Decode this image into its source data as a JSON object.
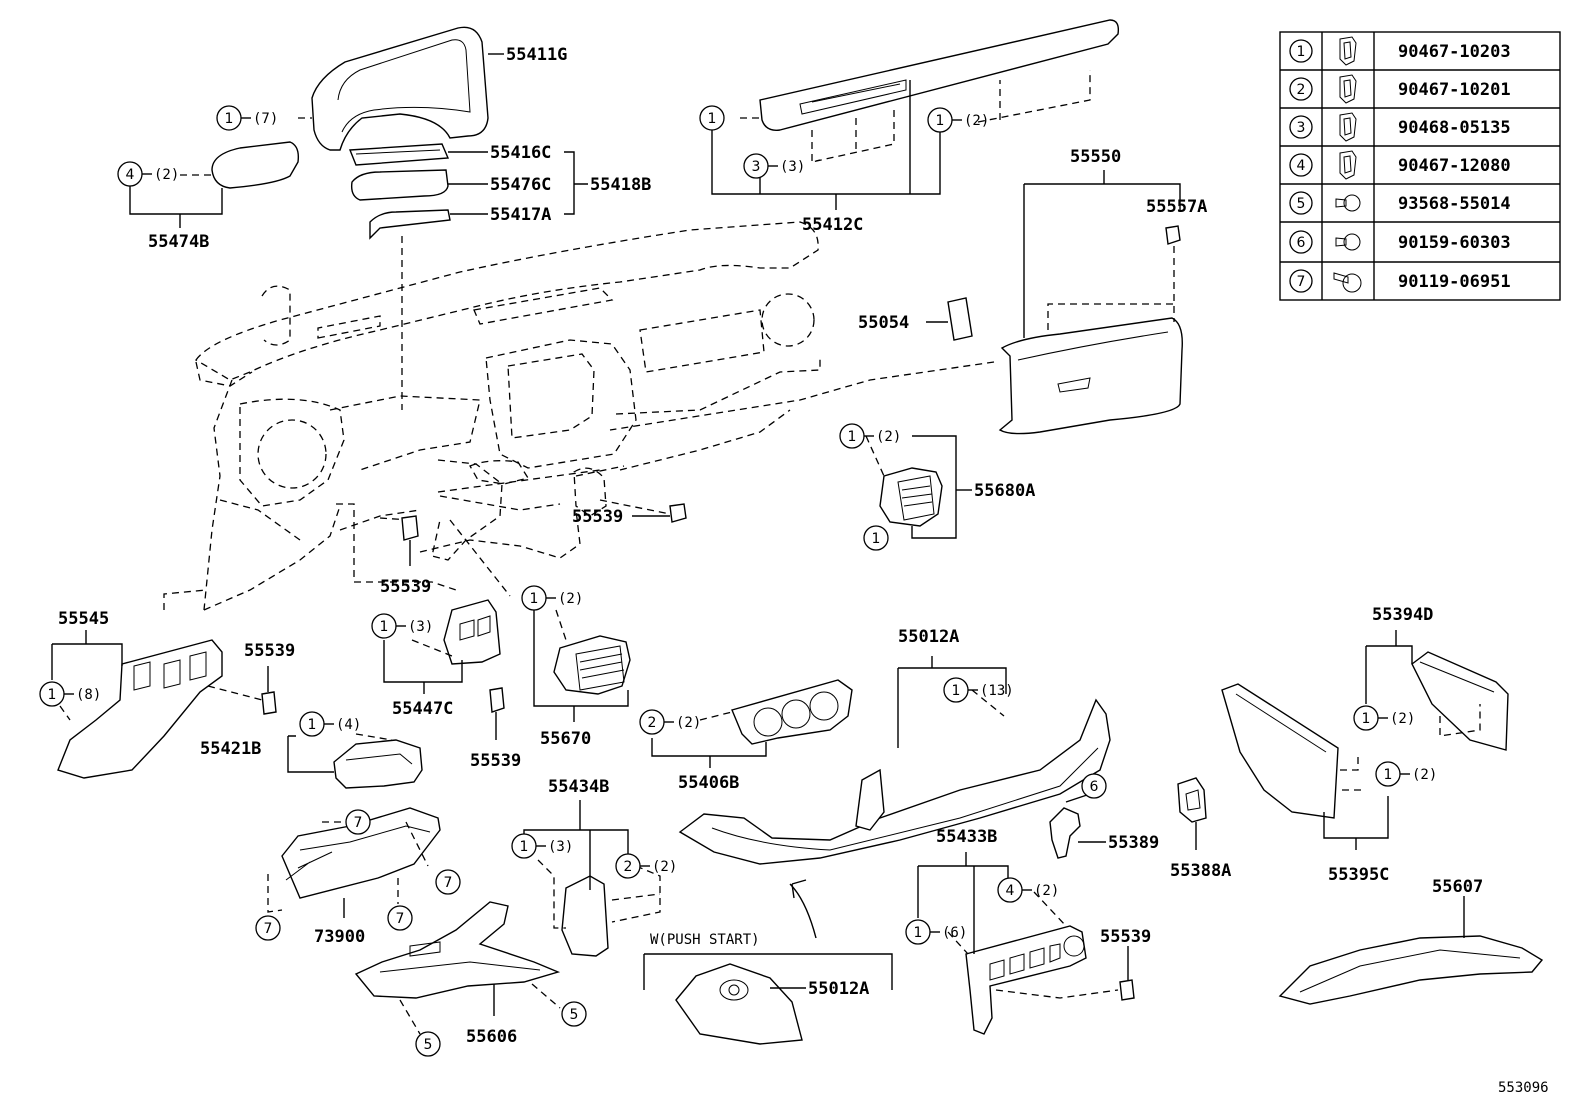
{
  "diagram_code": "553096",
  "variant_note": "W(PUSH START)",
  "legend": [
    {
      "no": "1",
      "part": "90467-10203",
      "icon": "clip-icon"
    },
    {
      "no": "2",
      "part": "90467-10201",
      "icon": "clip-icon"
    },
    {
      "no": "3",
      "part": "90468-05135",
      "icon": "clip-icon"
    },
    {
      "no": "4",
      "part": "90467-12080",
      "icon": "clip-icon"
    },
    {
      "no": "5",
      "part": "93568-55014",
      "icon": "screw-icon"
    },
    {
      "no": "6",
      "part": "90159-60303",
      "icon": "screw-icon"
    },
    {
      "no": "7",
      "part": "90119-06951",
      "icon": "bolt-icon"
    }
  ],
  "parts": {
    "p55411G": "55411G",
    "p55416C": "55416C",
    "p55476C": "55476C",
    "p55418B": "55418B",
    "p55417A": "55417A",
    "p55474B": "55474B",
    "p55412C": "55412C",
    "p55550": "55550",
    "p55557A": "55557A",
    "p55054": "55054",
    "p55680A": "55680A",
    "p55539a": "55539",
    "p55539b": "55539",
    "p55539c": "55539",
    "p55539d": "55539",
    "p55539e": "55539",
    "p55545": "55545",
    "p55447C": "55447C",
    "p55670": "55670",
    "p55012A": "55012A",
    "p55012A_w": "55012A",
    "p55394D": "55394D",
    "p55421B": "55421B",
    "p55406B": "55406B",
    "p55434B": "55434B",
    "p73900": "73900",
    "p55606": "55606",
    "p55433B": "55433B",
    "p55389": "55389",
    "p55388A": "55388A",
    "p55395C": "55395C",
    "p55607": "55607"
  },
  "callouts": {
    "c_55411G": {
      "no": "1",
      "qty": "(7)"
    },
    "c_55474B": {
      "no": "4",
      "qty": "(2)"
    },
    "c_55412C_a": {
      "no": "1",
      "qty": ""
    },
    "c_55412C_b": {
      "no": "3",
      "qty": "(3)"
    },
    "c_55412C_c": {
      "no": "1",
      "qty": "(2)"
    },
    "c_55680A_a": {
      "no": "1",
      "qty": "(2)"
    },
    "c_55680A_b": {
      "no": "1",
      "qty": ""
    },
    "c_55545": {
      "no": "1",
      "qty": "(8)"
    },
    "c_55447C": {
      "no": "1",
      "qty": "(3)"
    },
    "c_55670": {
      "no": "1",
      "qty": "(2)"
    },
    "c_55012A": {
      "no": "1",
      "qty": "(13)"
    },
    "c_55394D": {
      "no": "1",
      "qty": "(2)"
    },
    "c_55395C": {
      "no": "1",
      "qty": "(2)"
    },
    "c_55421B": {
      "no": "1",
      "qty": "(4)"
    },
    "c_55406B": {
      "no": "2",
      "qty": "(2)"
    },
    "c_55434B_a": {
      "no": "1",
      "qty": "(3)"
    },
    "c_55434B_b": {
      "no": "2",
      "qty": "(2)"
    },
    "c_73900_a": {
      "no": "7",
      "qty": ""
    },
    "c_73900_b": {
      "no": "7",
      "qty": ""
    },
    "c_73900_c": {
      "no": "7",
      "qty": ""
    },
    "c_73900_d": {
      "no": "7",
      "qty": ""
    },
    "c_55606_a": {
      "no": "5",
      "qty": ""
    },
    "c_55606_b": {
      "no": "5",
      "qty": ""
    },
    "c_55389": {
      "no": "6",
      "qty": ""
    },
    "c_55433B_a": {
      "no": "1",
      "qty": "(6)"
    },
    "c_55433B_b": {
      "no": "4",
      "qty": "(2)"
    }
  }
}
